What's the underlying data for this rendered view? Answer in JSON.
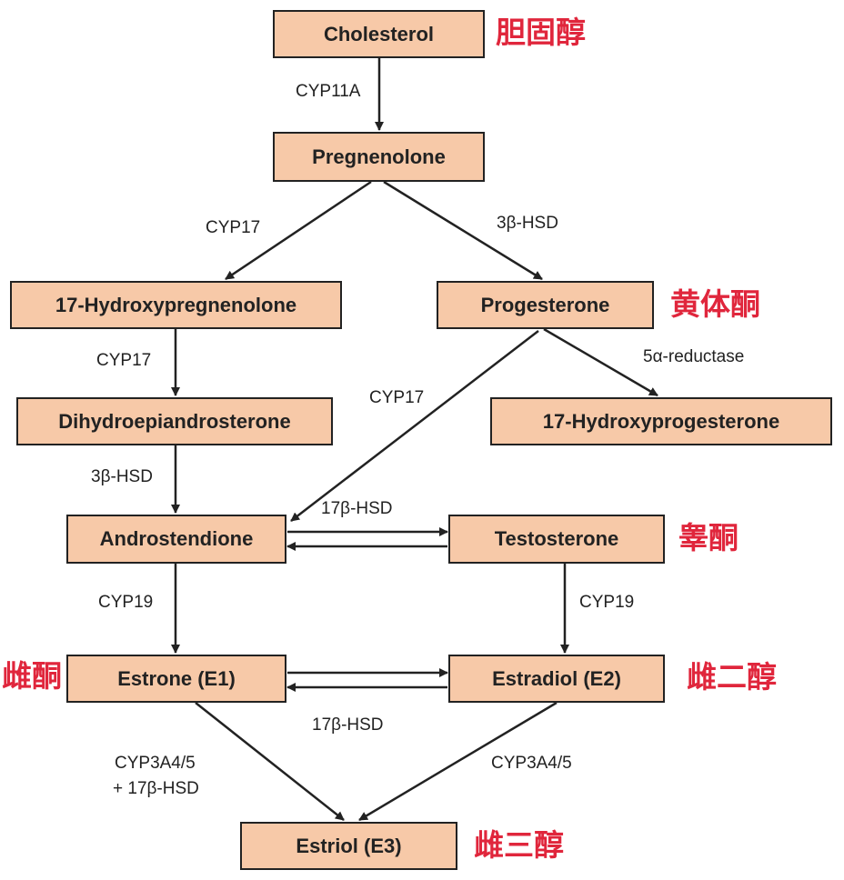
{
  "nodes": {
    "cholesterol": "Cholesterol",
    "pregnenolone": "Pregnenolone",
    "hydroxypregnenolone": "17-Hydroxypregnenolone",
    "progesterone": "Progesterone",
    "dhea": "Dihydroepiandrosterone",
    "hydroxyprogesterone": "17-Hydroxyprogesterone",
    "androstendione": "Androstendione",
    "testosterone": "Testosterone",
    "estrone": "Estrone (E1)",
    "estradiol": "Estradiol (E2)",
    "estriol": "Estriol (E3)"
  },
  "enzymes": {
    "cyp11a": "CYP11A",
    "cyp17_left": "CYP17",
    "hsd3b_top": "3β-HSD",
    "cyp17_dhea": "CYP17",
    "reductase": "5α-reductase",
    "cyp17_prog": "CYP17",
    "hsd3b_dhea": "3β-HSD",
    "hsd17b_top": "17β-HSD",
    "cyp19_left": "CYP19",
    "cyp19_right": "CYP19",
    "hsd17b_bottom": "17β-HSD",
    "cyp3a4_left_1": "CYP3A4/5",
    "cyp3a4_left_2": "+ 17β-HSD",
    "cyp3a4_right": "CYP3A4/5"
  },
  "chinese_labels": {
    "cholesterol": "胆固醇",
    "progesterone": "黄体酮",
    "testosterone": "睾酮",
    "estrone": "雌酮",
    "estradiol": "雌二醇",
    "estriol": "雌三醇"
  },
  "colors": {
    "node_fill": "#f7c9a8",
    "chinese_text": "#e0263c",
    "arrow": "#222222"
  }
}
